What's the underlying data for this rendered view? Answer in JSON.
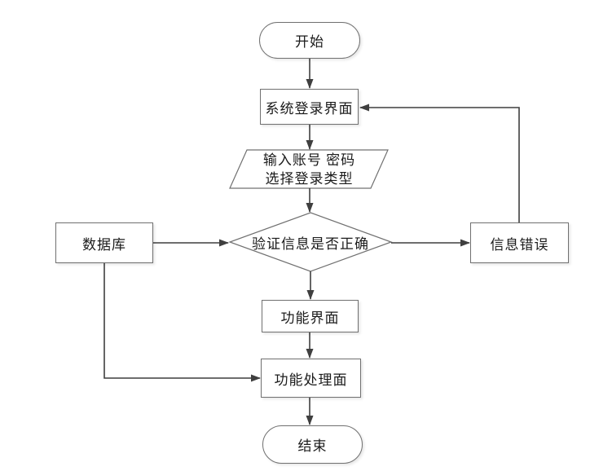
{
  "diagram": {
    "type": "flowchart",
    "colors": {
      "background": "#ffffff",
      "shape_fill": "#ffffff",
      "shape_border": "#707070",
      "connector": "#3f3f3f",
      "text": "#1b1b1b"
    },
    "nodes": {
      "start": {
        "shape": "terminator",
        "label": "开始"
      },
      "login_screen": {
        "shape": "process",
        "label": "系统登录界面"
      },
      "input_credentials": {
        "shape": "input",
        "line1": "输入账号 密码",
        "line2": "选择登录类型"
      },
      "verify": {
        "shape": "decision",
        "label": "验证信息是否正确"
      },
      "database": {
        "shape": "process",
        "label": "数据库"
      },
      "info_error": {
        "shape": "process",
        "label": "信息错误"
      },
      "function_screen": {
        "shape": "process",
        "label": "功能界面"
      },
      "function_processing": {
        "shape": "process",
        "label": "功能处理面"
      },
      "end": {
        "shape": "terminator",
        "label": "结束"
      }
    },
    "edges": [
      {
        "from": "start",
        "to": "login_screen"
      },
      {
        "from": "login_screen",
        "to": "input_credentials"
      },
      {
        "from": "input_credentials",
        "to": "verify"
      },
      {
        "from": "database",
        "to": "verify"
      },
      {
        "from": "verify",
        "to": "info_error"
      },
      {
        "from": "info_error",
        "to": "login_screen"
      },
      {
        "from": "verify",
        "to": "function_screen"
      },
      {
        "from": "function_screen",
        "to": "function_processing"
      },
      {
        "from": "database",
        "to": "function_processing"
      },
      {
        "from": "function_processing",
        "to": "end"
      }
    ]
  }
}
